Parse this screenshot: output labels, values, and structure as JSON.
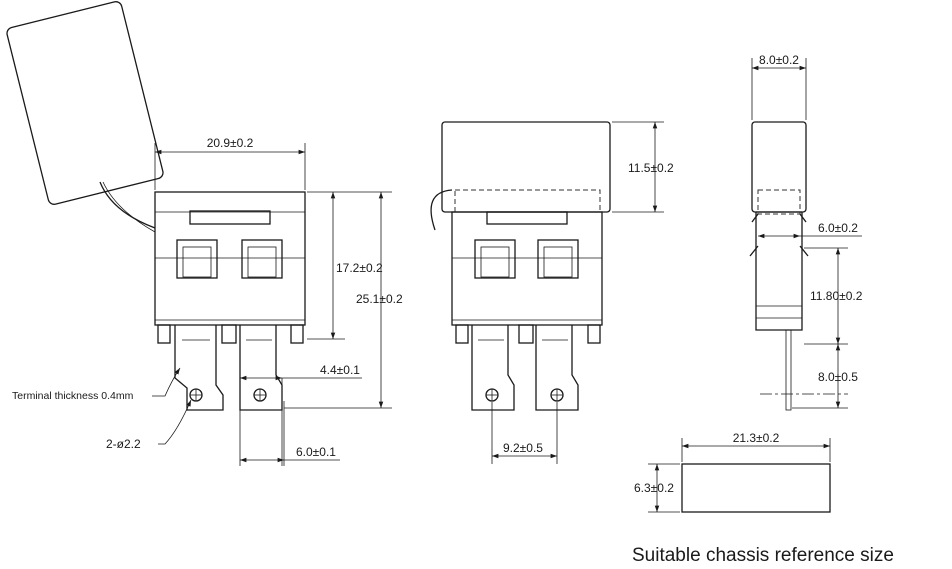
{
  "dimensions": {
    "front_width": "20.9±0.2",
    "body_height": "17.2±0.2",
    "total_height": "25.1±0.2",
    "terminal_width": "4.4±0.1",
    "terminal_pitch": "6.0±0.1",
    "terminal_thickness_note": "Terminal thickness 0.4mm",
    "hole_note": "2-ø2.2",
    "cover_height": "11.5±0.2",
    "terminal_spacing": "9.2±0.5",
    "side_width": "8.0±0.2",
    "side_inner_width": "6.0±0.2",
    "side_body_height": "11.80±0.2",
    "side_pin_length": "8.0±0.5",
    "chassis_width": "21.3±0.2",
    "chassis_height": "6.3±0.2"
  },
  "caption": "Suitable chassis reference size"
}
